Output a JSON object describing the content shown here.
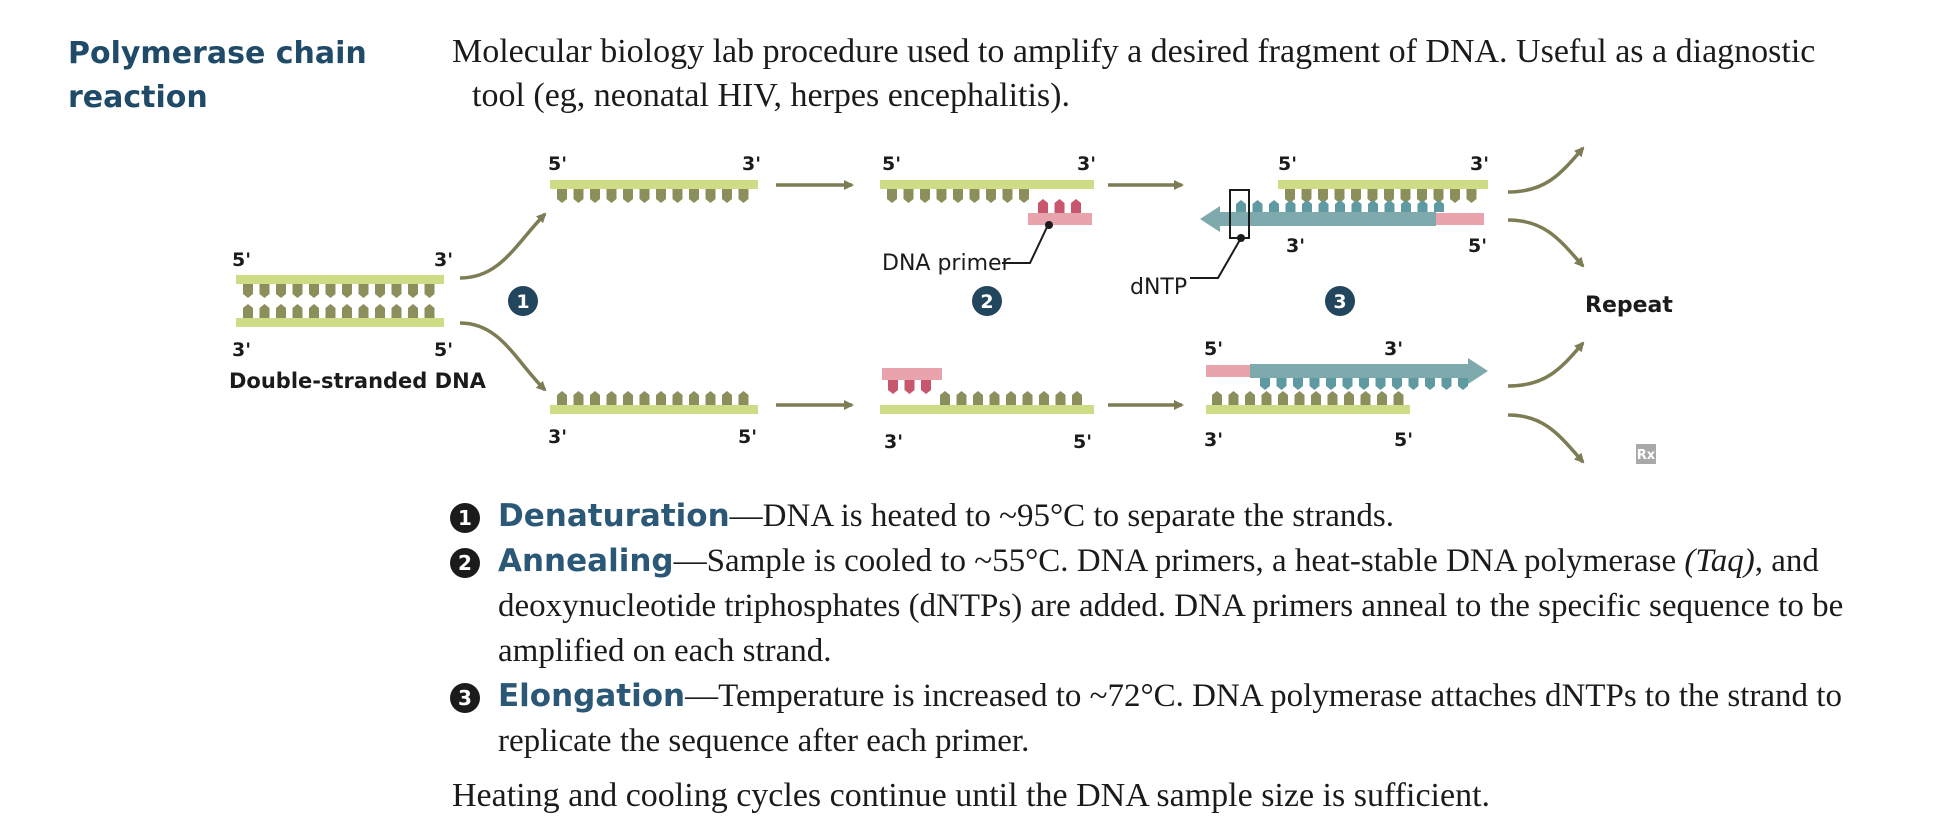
{
  "heading": "Polymerase chain reaction",
  "intro": {
    "line1": "Molecular biology lab procedure used to amplify a desired fragment of DNA. Useful as a diagnostic",
    "line2": "tool (eg, neonatal HIV, herpes encephalitis)."
  },
  "diagram": {
    "five_prime": "5'",
    "three_prime": "3'",
    "double_stranded_label": "Double-stranded DNA",
    "primer_label": "DNA primer",
    "dntp_label": "dNTP",
    "repeat_label": "Repeat",
    "step_numbers": [
      "1",
      "2",
      "3"
    ],
    "rx_mark": "Rx",
    "colors": {
      "strand": "#cfdc86",
      "base": "#8c8f5c",
      "primer": "#c8566c",
      "primer_bar": "#e8a3ad",
      "new_strand": "#5f9aa2",
      "arrow": "#7d7c55",
      "number_badge": "#23465f"
    }
  },
  "steps": [
    {
      "number": "1",
      "term": "Denaturation",
      "text": "—DNA is heated to ~95°C to separate the strands."
    },
    {
      "number": "2",
      "term": "Annealing",
      "text": "—Sample is cooled to ~55°C. DNA primers, a heat-stable DNA polymerase ",
      "italic": "(Taq)",
      "text2": ", and deoxynucleotide triphosphates (dNTPs) are added. DNA primers anneal to the specific sequence to be amplified on each strand."
    },
    {
      "number": "3",
      "term": "Elongation",
      "text": "—Temperature is increased to ~72°C. DNA polymerase attaches dNTPs to the strand to replicate the sequence after each primer."
    }
  ],
  "closing": "Heating and cooling cycles continue until the DNA sample size is sufficient."
}
